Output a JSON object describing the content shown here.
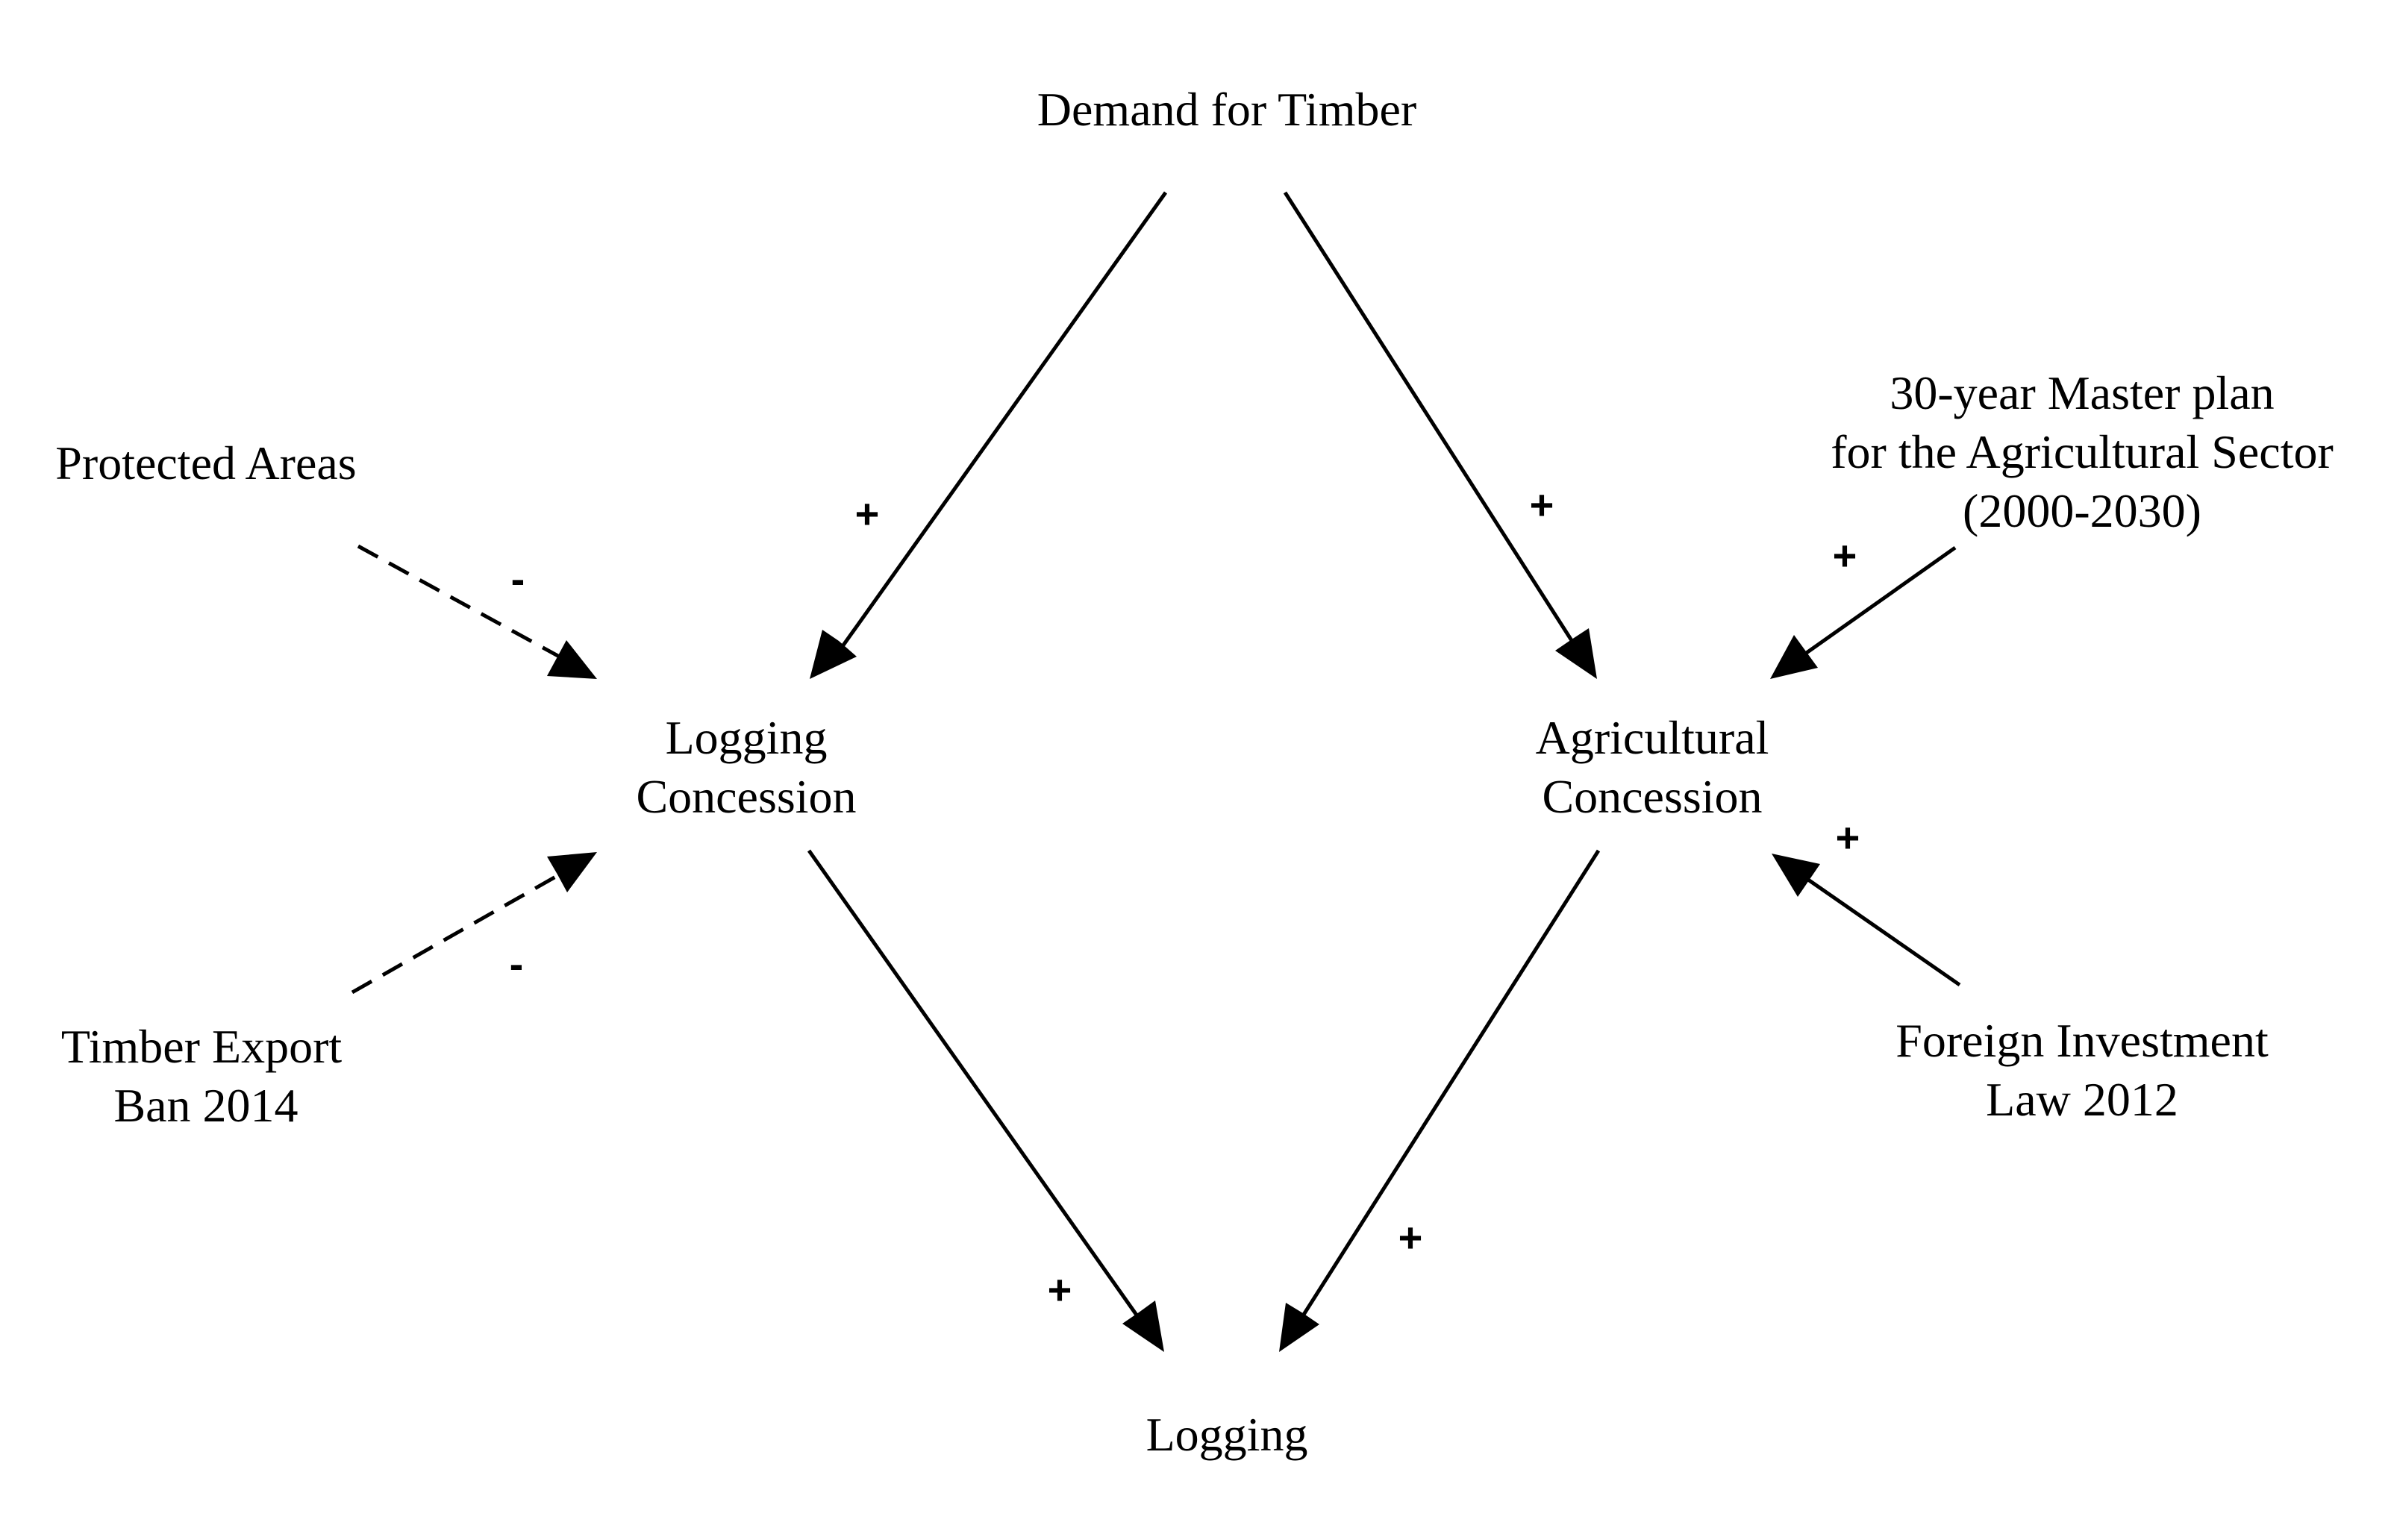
{
  "nodes": {
    "demand_for_timber": {
      "lines": [
        "Demand for Timber"
      ]
    },
    "protected_areas": {
      "lines": [
        "Protected Areas"
      ]
    },
    "master_plan": {
      "lines": [
        "30-year Master plan",
        "for the Agricultural Sector",
        "(2000-2030)"
      ]
    },
    "logging_concession": {
      "lines": [
        "Logging",
        "Concession"
      ]
    },
    "agricultural_concession": {
      "lines": [
        "Agricultural",
        "Concession"
      ]
    },
    "timber_export_ban": {
      "lines": [
        "Timber Export",
        "Ban 2014"
      ]
    },
    "foreign_investment_law": {
      "lines": [
        "Foreign Investment",
        "Law 2012"
      ]
    },
    "logging": {
      "lines": [
        "Logging"
      ]
    }
  },
  "links": [
    {
      "from": "Demand for Timber",
      "to": "Logging Concession",
      "polarity": "+",
      "style": "solid"
    },
    {
      "from": "Demand for Timber",
      "to": "Agricultural Concession",
      "polarity": "+",
      "style": "solid"
    },
    {
      "from": "Protected Areas",
      "to": "Logging Concession",
      "polarity": "-",
      "style": "dashed"
    },
    {
      "from": "Timber Export Ban 2014",
      "to": "Logging Concession",
      "polarity": "-",
      "style": "dashed"
    },
    {
      "from": "30-year Master plan for the Agricultural Sector (2000-2030)",
      "to": "Agricultural Concession",
      "polarity": "+",
      "style": "solid"
    },
    {
      "from": "Foreign Investment Law 2012",
      "to": "Agricultural Concession",
      "polarity": "+",
      "style": "solid"
    },
    {
      "from": "Logging Concession",
      "to": "Logging",
      "polarity": "+",
      "style": "solid"
    },
    {
      "from": "Agricultural Concession",
      "to": "Logging",
      "polarity": "+",
      "style": "solid"
    }
  ]
}
